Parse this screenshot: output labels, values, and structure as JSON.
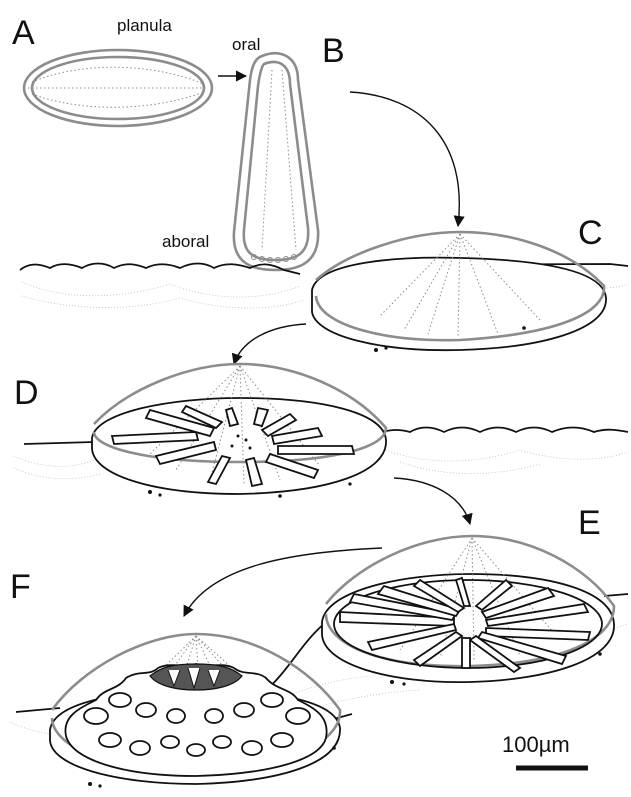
{
  "panels": {
    "a": "A",
    "b": "B",
    "c": "C",
    "d": "D",
    "e": "E",
    "f": "F"
  },
  "labels": {
    "planula": "planula",
    "oral": "oral",
    "aboral": "aboral"
  },
  "scale_bar": {
    "label": "100µm"
  },
  "colors": {
    "outline_gray": "#8c8c8c",
    "skeleton_black": "#111111"
  }
}
